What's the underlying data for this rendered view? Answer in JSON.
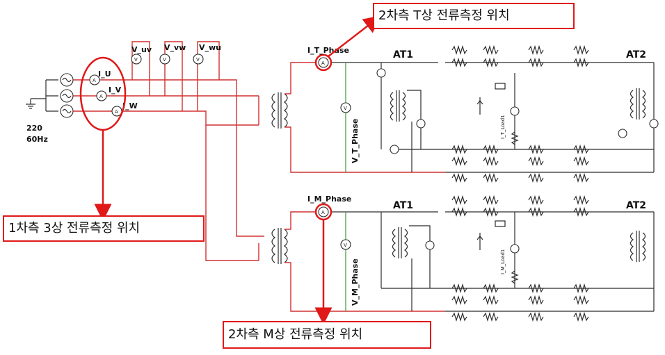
{
  "source": {
    "voltage": "220",
    "frequency": "60Hz"
  },
  "primary_meters": {
    "i_u": "I_U",
    "i_v": "I_V",
    "i_w": "I_W",
    "v_uv": "V_uv",
    "v_vw": "V_vw",
    "v_wu": "V_wu"
  },
  "t_branch": {
    "current": "I_T_Phase",
    "voltage": "V_T_Phase",
    "load": "I_T_Load1",
    "at1": "AT1",
    "at2": "AT2"
  },
  "m_branch": {
    "current": "I_M_Phase",
    "voltage": "V_M_Phase",
    "load": "I_M_Load1",
    "at1": "AT1",
    "at2": "AT2"
  },
  "callouts": {
    "secondary_t": "2차측 T상 전류측정 위치",
    "primary": "1차측 3상 전류측정 위치",
    "secondary_m": "2차측 M상 전류측정 위치"
  },
  "colors": {
    "highlight": "#e01818",
    "wire": "#d03030"
  }
}
